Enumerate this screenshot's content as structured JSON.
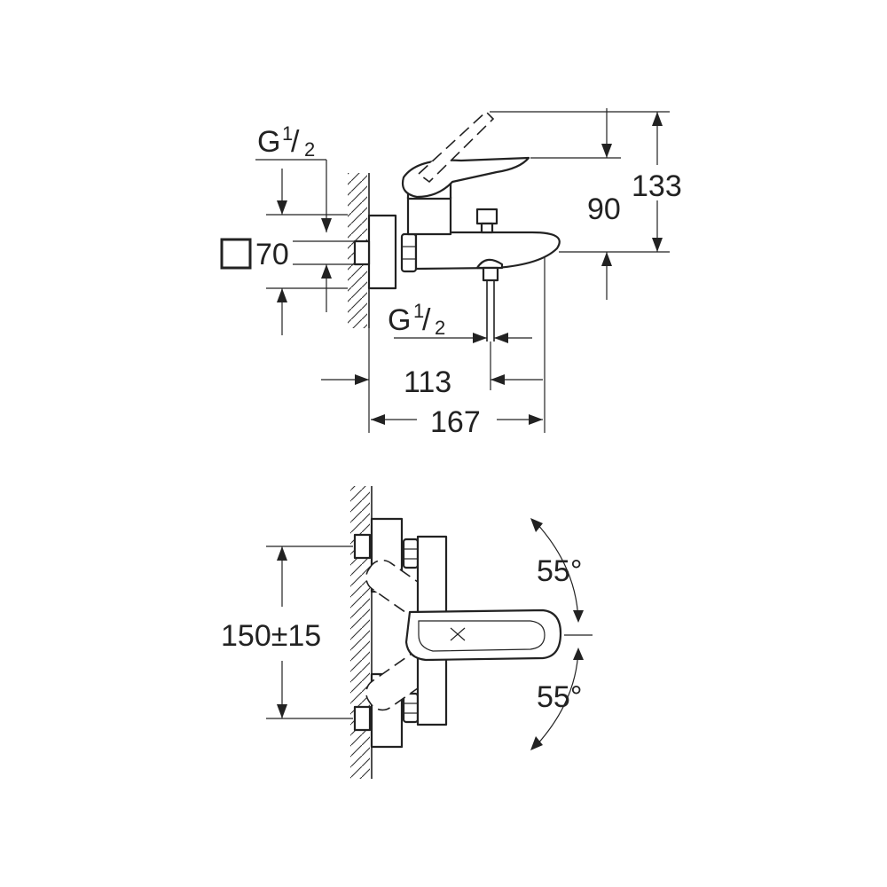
{
  "side_view": {
    "inlet_thread_top": {
      "letter": "G",
      "numerator": "1",
      "denominator": "2"
    },
    "cover_square_label": "70",
    "outlet_thread": {
      "letter": "G",
      "numerator": "1",
      "denominator": "2"
    },
    "dim_spout_projection": "113",
    "dim_total_depth": "167",
    "dim_spout_height": "90",
    "dim_total_height": "133"
  },
  "front_view": {
    "dim_centres": "150±15",
    "angle_up": "55°",
    "angle_down": "55°"
  }
}
